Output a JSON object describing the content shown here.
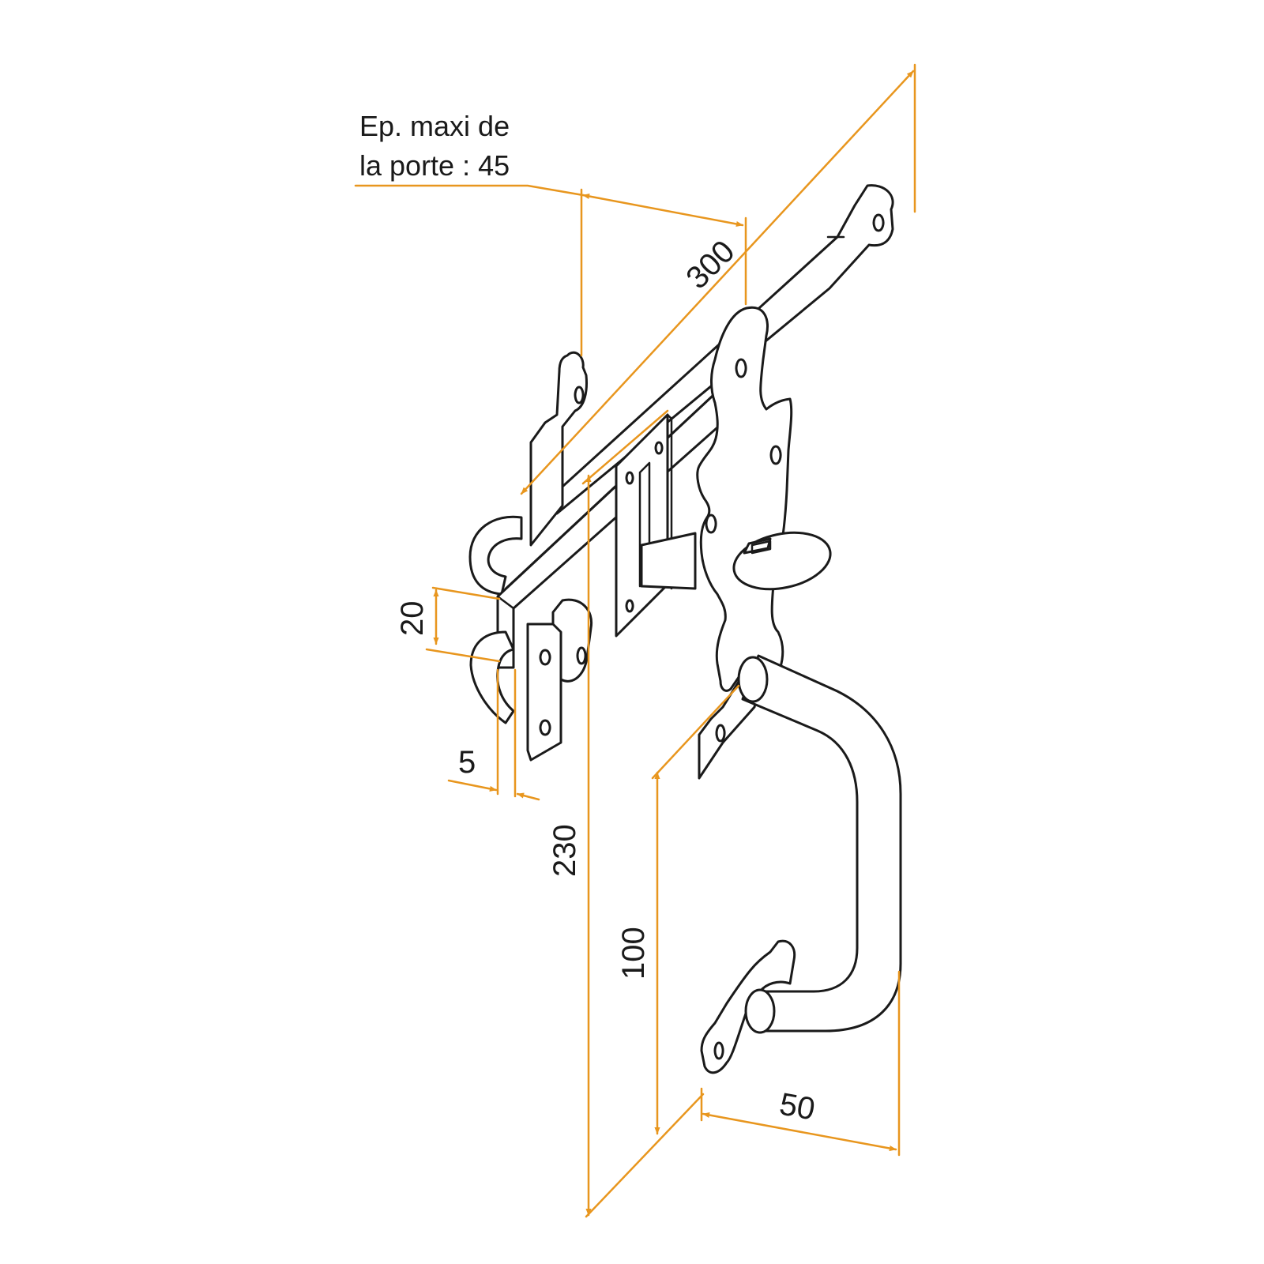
{
  "note": {
    "line1": "Ep. maxi de",
    "line2": "la porte : 45"
  },
  "dimensions": {
    "length": "300",
    "height": "230",
    "bar_height": "20",
    "thickness": "5",
    "handle_height": "100",
    "handle_depth": "50"
  },
  "colors": {
    "dimension_lines": "#e8961e",
    "part_outline": "#1a1a1a",
    "background": "#ffffff"
  }
}
